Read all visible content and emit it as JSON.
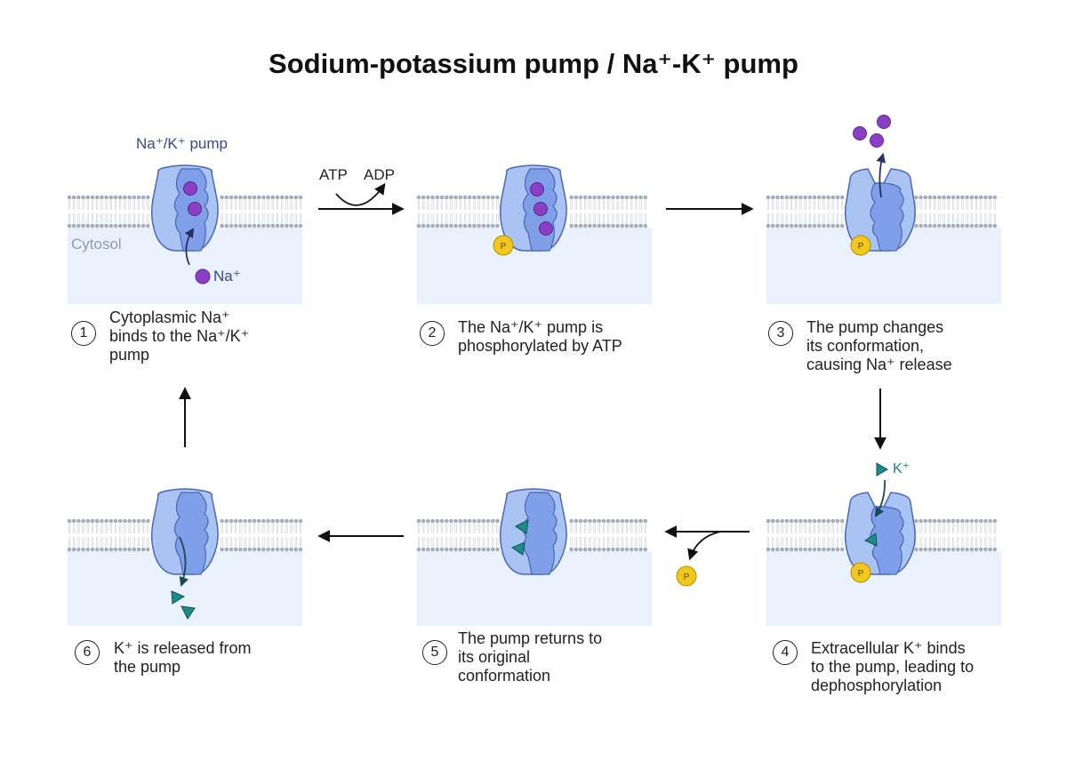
{
  "title": "Sodium-potassium pump / Na⁺-K⁺ pump",
  "labels": {
    "pump": "Na⁺/K⁺ pump",
    "cytosol": "Cytosol",
    "na_ion": "Na⁺",
    "k_ion": "K⁺",
    "atp": "ATP",
    "adp": "ADP",
    "phosphate": "P"
  },
  "steps": [
    {
      "number": "1",
      "caption_lines": [
        "Cytoplasmic Na⁺",
        "binds to the Na⁺/K⁺",
        "pump"
      ]
    },
    {
      "number": "2",
      "caption_lines": [
        "The Na⁺/K⁺ pump is",
        "phosphorylated by ATP"
      ]
    },
    {
      "number": "3",
      "caption_lines": [
        "The pump changes",
        "its conformation,",
        "causing Na⁺ release"
      ]
    },
    {
      "number": "4",
      "caption_lines": [
        "Extracellular K⁺ binds",
        "to the pump, leading to",
        "dephosphorylation"
      ]
    },
    {
      "number": "5",
      "caption_lines": [
        "The pump returns to",
        "its original",
        "conformation"
      ]
    },
    {
      "number": "6",
      "caption_lines": [
        "K⁺ is released from",
        "the pump"
      ]
    }
  ],
  "colors": {
    "cytosol_fill": "#e9f1fc",
    "pump_outer": "#a9c3f3",
    "pump_inner": "#7f9fe8",
    "pump_stroke": "#4c66b8",
    "sodium": "#8b3fc5",
    "potassium": "#1e8c86",
    "phosphate": "#f3c81c",
    "lipid_head": "#a6adba"
  }
}
